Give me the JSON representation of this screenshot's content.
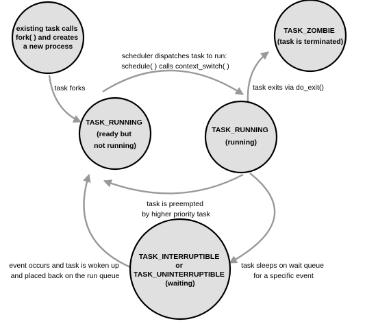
{
  "states": {
    "fork_origin": {
      "lines": [
        "existing task calls",
        "fork( ) and creates",
        "a new process"
      ]
    },
    "ready": {
      "lines": [
        "TASK_RUNNING",
        "(ready but",
        "not running)"
      ]
    },
    "running": {
      "lines": [
        "TASK_RUNNING",
        "(running)"
      ]
    },
    "zombie": {
      "lines": [
        "TASK_ZOMBIE",
        "(task is terminated)"
      ]
    },
    "waiting": {
      "lines": [
        "TASK_INTERRUPTIBLE",
        "or",
        "TASK_UNINTERRUPTIBLE",
        "(waiting)"
      ]
    }
  },
  "transitions": {
    "forks": {
      "lines": [
        "task forks"
      ]
    },
    "dispatch": {
      "lines": [
        "scheduler dispatches task to run:",
        "schedule( ) calls context_switch( )"
      ]
    },
    "exit": {
      "lines": [
        "task exits via do_exit()"
      ]
    },
    "preempt": {
      "lines": [
        "task is preempted",
        "by  higher priority task"
      ]
    },
    "sleep": {
      "lines": [
        "task sleeps on wait queue",
        "for a specific event"
      ]
    },
    "wake": {
      "lines": [
        "event occurs and task is woken up",
        "and placed back on the run queue"
      ]
    }
  },
  "colors": {
    "state_fill": "#e0e0e0",
    "state_stroke": "#000000",
    "arrow": "#999999"
  }
}
